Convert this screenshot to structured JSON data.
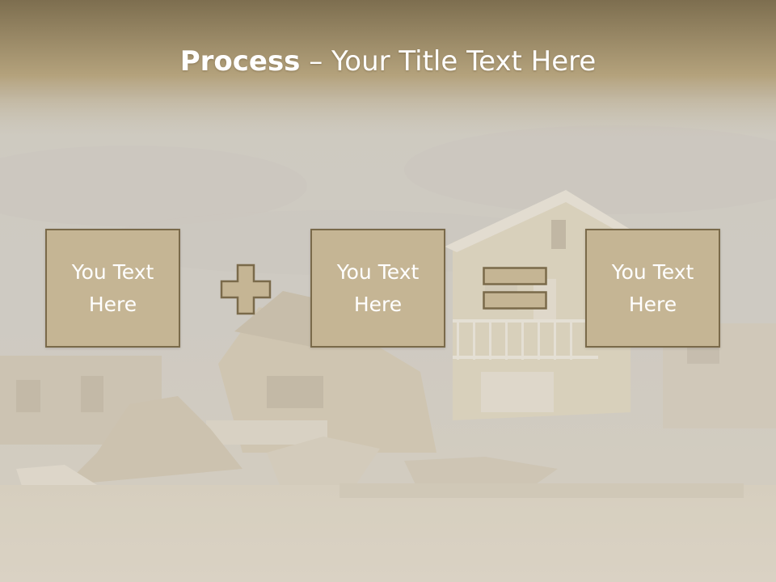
{
  "title": {
    "bold": "Process",
    "rest": " – Your Title Text Here"
  },
  "boxes": [
    {
      "text": "You Text\nHere"
    },
    {
      "text": "You Text\nHere"
    },
    {
      "text": "You Text\nHere"
    }
  ],
  "operators": {
    "first": "plus-icon",
    "second": "equals-icon"
  },
  "colors": {
    "header_band": "#8a7a58",
    "box_fill": "#c5b594",
    "box_border": "#7a6a4a",
    "text": "#ffffff"
  }
}
